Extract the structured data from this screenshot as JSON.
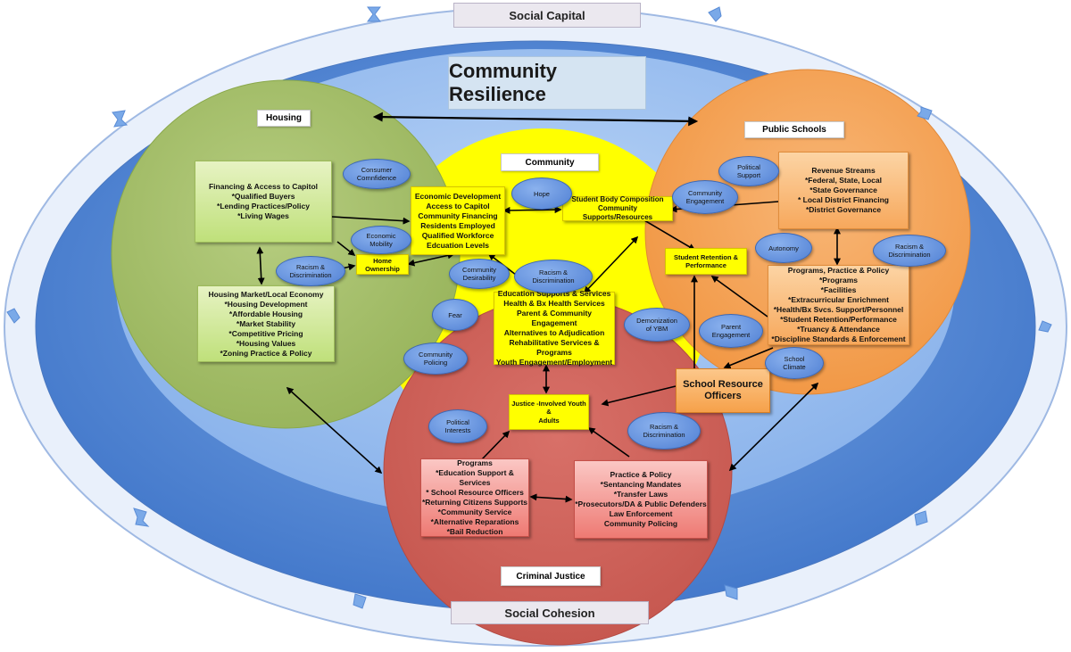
{
  "outer_band": {
    "top_label": "Social Capital",
    "bottom_label": "Social Cohesion"
  },
  "title": "Community Resilience",
  "circles": {
    "housing": "Housing",
    "community": "Community",
    "public_schools": "Public Schools",
    "criminal_justice": "Criminal Justice"
  },
  "boxes": {
    "financing": [
      "Financing & Access to Capitol",
      "*Qualified Buyers",
      "*Lending Practices/Policy",
      "*Living Wages"
    ],
    "housing_market": [
      "Housing Market/Local Economy",
      "*Housing Development",
      "*Affordable Housing",
      "*Market Stability",
      "*Competitive Pricing",
      "*Housing Values",
      "*Zoning Practice & Policy"
    ],
    "home_ownership": [
      "Home",
      "Ownership"
    ],
    "economic_development": [
      "Economic Development",
      "Access to Capitol",
      "Community Financing",
      "Residents Employed",
      "Qualified Workforce",
      "Edcuation Levels"
    ],
    "student_body": [
      "Student Body Composition",
      "Community Supports/Resources"
    ],
    "student_retention": [
      "Student Retention &",
      "Performance"
    ],
    "education_supports": [
      "Education Supports & Services",
      "Health & Bx Health Services",
      "Parent & Community Engagement",
      "Alternatives to Adjudication",
      "Rehabilitative Services & Programs",
      "Youth Engagement/Employment"
    ],
    "revenue_streams": [
      "Revenue Streams",
      "*Federal, State, Local",
      "*State Governance",
      "* Local District Financing",
      "*District Governance"
    ],
    "programs_practice": [
      "Programs, Practice & Policy",
      "*Programs",
      "*Facilities",
      "*Extracurricular Enrichment",
      "*Health/Bx Svcs. Support/Personnel",
      "*Student Retention/Performance",
      "*Truancy & Attendance",
      "*Discipline Standards & Enforcement"
    ],
    "school_resource_officers": [
      "School  Resource",
      "Officers"
    ],
    "justice_youth": [
      "Justice -Involved Youth",
      "&",
      "Adults"
    ],
    "cj_programs": [
      "Programs",
      "*Education Support & Services",
      "* School Resource Officers",
      "*Returning Citizens Supports",
      "*Community Service",
      "*Alternative Reparations",
      "*Bail Reduction"
    ],
    "cj_practice": [
      "Practice & Policy",
      "*Sentancing Mandates",
      "*Transfer Laws",
      "*Prosecutors/DA & Public Defenders",
      "Law Enforcement",
      "Community Policing"
    ]
  },
  "ovals": {
    "consumer_confidence": [
      "Consumer",
      "Comnfidence"
    ],
    "economic_mobility": [
      "Economic",
      "Mobility"
    ],
    "racism_housing": [
      "Racism &",
      "Discrimination"
    ],
    "hope": [
      "Hope"
    ],
    "racism_community": [
      "Racism &",
      "Discrimination"
    ],
    "community_desirability": [
      "Community",
      "Desirability"
    ],
    "fear": [
      "Fear"
    ],
    "community_policing": [
      "Community",
      "Policing"
    ],
    "demonization": [
      "Demonization",
      "of YBM"
    ],
    "political_support": [
      "Political",
      "Support"
    ],
    "community_engagement": [
      "Community",
      "Engagement"
    ],
    "autonomy": [
      "Autonomy"
    ],
    "racism_schools": [
      "Racism &",
      "Discrimination"
    ],
    "parent_engagement": [
      "Parent",
      "Engagement"
    ],
    "school_climate": [
      "School",
      "Climate"
    ],
    "political_interests": [
      "Political",
      "Interests"
    ],
    "racism_cj": [
      "Racism &",
      "Discrimination"
    ]
  },
  "colors": {
    "outer_ring": "#e6eefa",
    "outer_field": "#5a8fdc",
    "inner_field": "#9cc1f2",
    "housing_circle": "#a6c16c",
    "community_circle": "#ffff00",
    "schools_circle": "#f5a55a",
    "cj_circle": "#d2645c",
    "chevron": "#78a8e8"
  }
}
